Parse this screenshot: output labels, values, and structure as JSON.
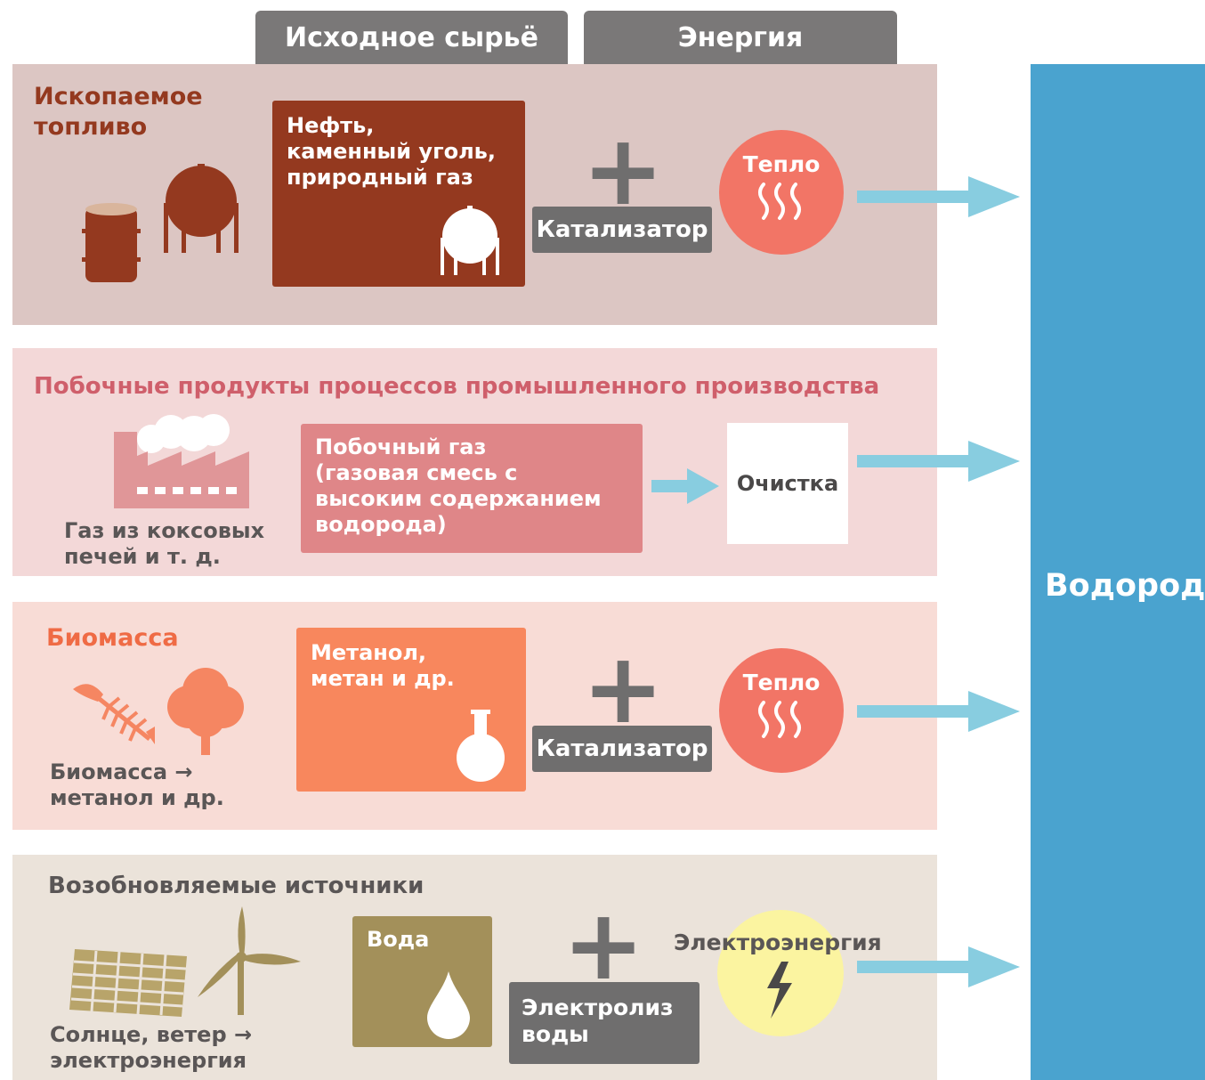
{
  "headers": {
    "raw": "Исходное сырьё",
    "energy": "Энергия"
  },
  "hydrogen": {
    "label": "Водород",
    "color": "#4aa3cf"
  },
  "fossil": {
    "title": "Ископаемое топливо",
    "title_line1": "Ископаемое",
    "title_line2": "топливо",
    "box_line1": "Нефть,",
    "box_line2": "каменный уголь,",
    "box_line3": "природный газ",
    "catalyst": "Катализатор",
    "heat": "Тепло",
    "icons": [
      "oil-barrel-icon",
      "gas-tank-icon"
    ]
  },
  "industrial": {
    "title": "Побочные продукты процессов промышленного производства",
    "caption_line1": "Газ из коксовых",
    "caption_line2": "печей и т. д.",
    "box_line1": "Побочный газ",
    "box_line2": "(газовая смесь с",
    "box_line3": "высоким содержанием",
    "box_line4": "водорода)",
    "purification": "Очистка",
    "icons": [
      "factory-icon"
    ]
  },
  "biomass": {
    "title": "Биомасса",
    "caption_line1": "Биомасса →",
    "caption_line2": "метанол и др.",
    "box_line1": "Метанол,",
    "box_line2": "метан и др.",
    "catalyst": "Катализатор",
    "heat": "Тепло",
    "icons": [
      "fish-bone-icon",
      "tree-icon",
      "flask-icon"
    ]
  },
  "renewable": {
    "title": "Возобновляемые источники",
    "caption_line1": "Солнце, ветер →",
    "caption_line2": "электроэнергия",
    "box": "Вода",
    "process_line1": "Электролиз",
    "process_line2": "воды",
    "energy": "Электроэнергия",
    "icons": [
      "solar-panel-icon",
      "wind-turbine-icon",
      "water-drop-icon",
      "lightning-icon"
    ]
  },
  "colors": {
    "fossil_panel": "#dcc6c3",
    "fossil_accent": "#94391f",
    "industrial_panel": "#f3d8d8",
    "industrial_accent": "#cf5f6b",
    "industrial_box": "#df8688",
    "biomass_panel": "#f8dcd6",
    "biomass_accent": "#ef6b45",
    "biomass_box": "#f8875d",
    "renewable_panel": "#ebe3da",
    "renewable_accent": "#a3905a",
    "arrow": "#88cde0",
    "label_gray": "#6f6e6e",
    "heat": "#f27566",
    "electric": "#fbf4a0"
  }
}
